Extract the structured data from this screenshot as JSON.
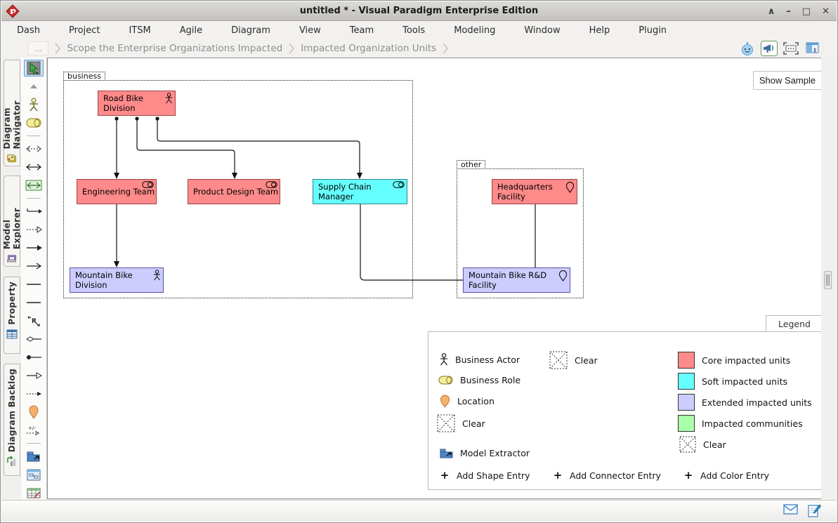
{
  "window": {
    "title": "untitled * - Visual Paradigm Enterprise Edition",
    "controls": [
      "collapse",
      "minimize",
      "maximize",
      "close"
    ]
  },
  "menubar": {
    "items": [
      "Dash",
      "Project",
      "ITSM",
      "Agile",
      "Diagram",
      "View",
      "Team",
      "Tools",
      "Modeling",
      "Window",
      "Help",
      "Plugin"
    ]
  },
  "breadcrumb": {
    "ellipsis": "...",
    "items": [
      "Scope the Enterprise Organizations Impacted",
      "Impacted Organization Units"
    ],
    "toolbar_icons": [
      "assistant-robot-icon",
      "announcement-megaphone-icon",
      "fit-frame-icon",
      "panel-layers-icon"
    ]
  },
  "sidebar": {
    "tabs": [
      {
        "label": "Diagram Navigator",
        "icon": "diagram-navigator-icon"
      },
      {
        "label": "Model Explorer",
        "icon": "model-explorer-icon"
      },
      {
        "label": "Property",
        "icon": "property-icon"
      },
      {
        "label": "Diagram Backlog",
        "icon": "diagram-backlog-icon"
      }
    ]
  },
  "toolbox": {
    "tools": [
      "cursor-tool",
      "scroll-up",
      "business-actor-tool",
      "business-role-tool",
      "dashed-two-way-connector",
      "two-way-connector",
      "boxed-two-way-connector",
      "bar-arrow-connector",
      "dashed-open-arrow-connector",
      "filled-arrow-connector",
      "open-arrow-connector",
      "plain-line-connector",
      "plain-line-connector-2",
      "resource-catalog-tool",
      "diamond-end-connector",
      "filled-end-connector",
      "triangle-arrow-connector",
      "dashed-filled-arrow-connector",
      "location-tool",
      "plus-minus-connector",
      "model-extractor-tool",
      "sub-diagram-tool",
      "table-tool",
      "scroll-down"
    ]
  },
  "canvas": {
    "show_sample_label": "Show Sample",
    "groups": [
      {
        "label": "business"
      },
      {
        "label": "other"
      }
    ],
    "nodes": [
      {
        "label": "Road Bike Division",
        "type": "business-actor",
        "fill": "#ff8a8a"
      },
      {
        "label": "Engineering Team",
        "type": "business-role",
        "fill": "#ff8a8a"
      },
      {
        "label": "Product Design Team",
        "type": "business-role",
        "fill": "#ff8a8a"
      },
      {
        "label": "Supply Chain Manager",
        "type": "business-role",
        "fill": "#66ffff"
      },
      {
        "label": "Headquarters Facility",
        "type": "location",
        "fill": "#ff8a8a"
      },
      {
        "label": "Mountain Bike Division",
        "type": "business-actor",
        "fill": "#ccccff"
      },
      {
        "label": "Mountain Bike R&D Facility",
        "type": "location",
        "fill": "#ccccff"
      }
    ],
    "connectors": [
      {
        "from": "Road Bike Division",
        "to": "Engineering Team",
        "end": "arrow"
      },
      {
        "from": "Road Bike Division",
        "to": "Product Design Team",
        "end": "arrow"
      },
      {
        "from": "Road Bike Division",
        "to": "Supply Chain Manager",
        "end": "arrow"
      },
      {
        "from": "Engineering Team",
        "to": "Mountain Bike Division",
        "end": "arrow"
      },
      {
        "from": "Supply Chain Manager",
        "to": "Mountain Bike R&D Facility",
        "end": "plain"
      },
      {
        "from": "Headquarters Facility",
        "to": "Mountain Bike R&D Facility",
        "end": "plain"
      }
    ]
  },
  "legend": {
    "tab_label": "Legend",
    "shape_entries": [
      {
        "icon": "business-actor-icon",
        "label": "Business Actor"
      },
      {
        "icon": "business-role-icon",
        "label": "Business Role"
      },
      {
        "icon": "location-icon",
        "label": "Location"
      },
      {
        "icon": "clear-icon",
        "label": "Clear"
      }
    ],
    "connector_entries": [
      {
        "icon": "clear-icon",
        "label": "Clear"
      }
    ],
    "color_entries": [
      {
        "color": "#ff8a8a",
        "label": "Core impacted units"
      },
      {
        "color": "#66ffff",
        "label": "Soft impacted units"
      },
      {
        "color": "#ccccff",
        "label": "Extended impacted units"
      },
      {
        "color": "#aaffaa",
        "label": "Impacted communities"
      },
      {
        "color": "",
        "label": "Clear"
      }
    ],
    "model_extractor_label": "Model Extractor",
    "plus": "+",
    "add_shape_label": "Add Shape Entry",
    "add_connector_label": "Add Connector Entry",
    "add_color_label": "Add Color Entry"
  },
  "statusbar": {
    "icons": [
      "mail-icon",
      "compose-note-icon"
    ]
  },
  "colors": {
    "core_fill": "#ff8a8a",
    "core_border": "#a04545",
    "soft_fill": "#66ffff",
    "soft_border": "#2e8686",
    "extended_fill": "#ccccff",
    "extended_border": "#54549e",
    "communities_fill": "#aaffaa",
    "titlebar": "#cfcdc9",
    "bar_bg": "#f2f1ef",
    "canvas_bg": "#ffffff"
  }
}
